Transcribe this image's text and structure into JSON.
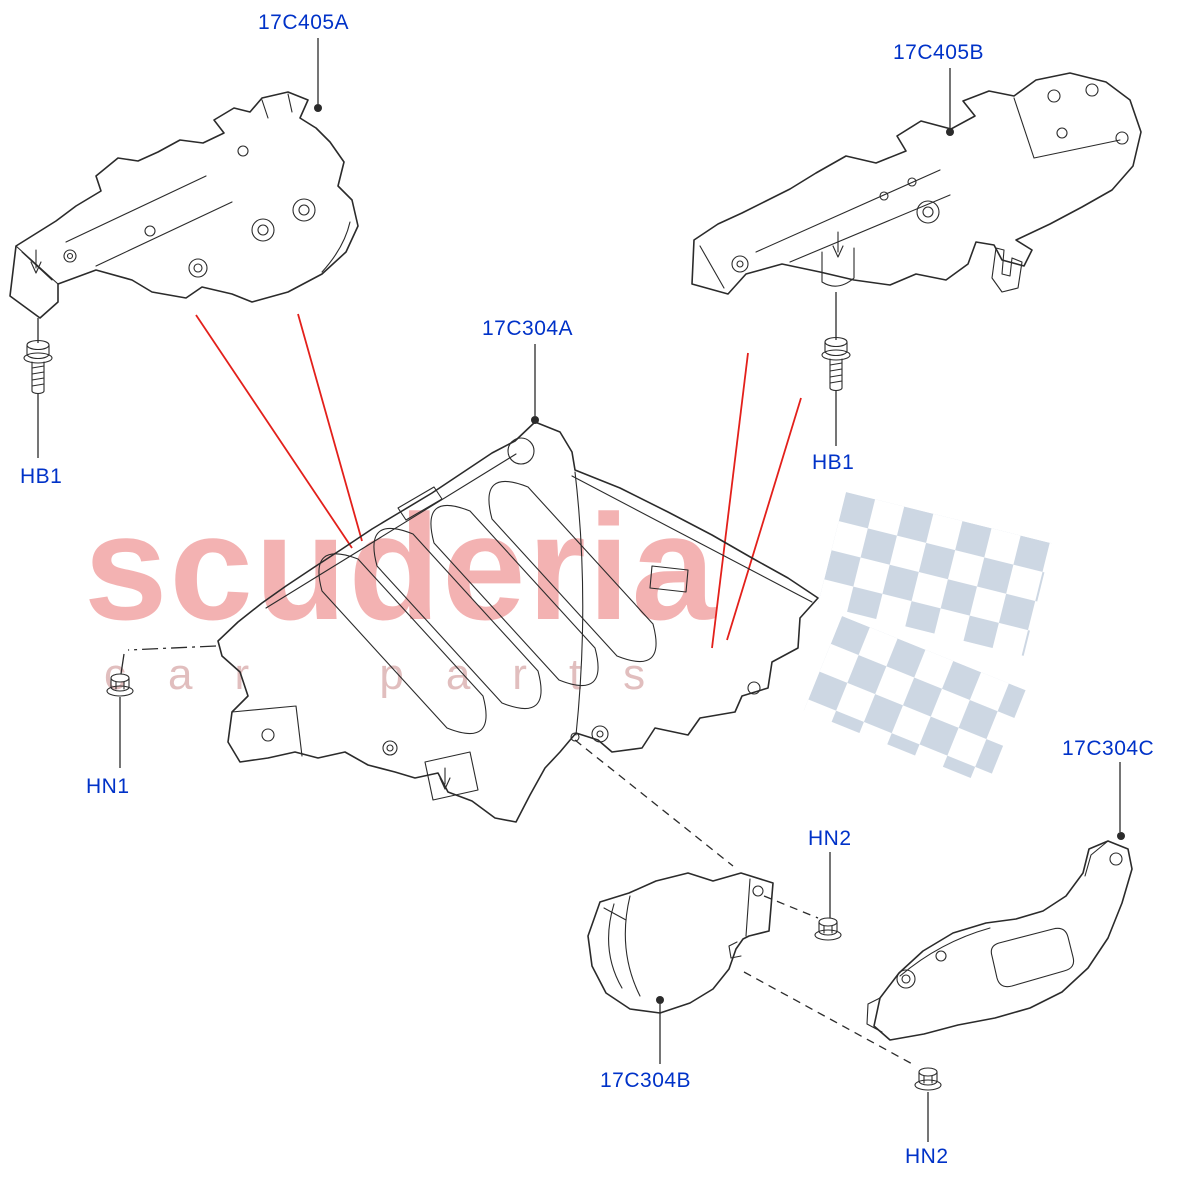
{
  "colors": {
    "line": "#2b2b2b",
    "label": "#0032c8",
    "red": "#e3201b",
    "watermark": "#e34040",
    "watermark_sub": "#c98a8a",
    "flag": "#c5d1df"
  },
  "watermark": {
    "brand": "scuderia",
    "subtitle": "car parts"
  },
  "parts": {
    "p17C405A": "17C405A",
    "p17C405B": "17C405B",
    "p17C304A": "17C304A",
    "p17C304B": "17C304B",
    "p17C304C": "17C304C"
  },
  "fasteners": {
    "hb1_left": "HB1",
    "hb1_right": "HB1",
    "hn1": "HN1",
    "hn2_mid": "HN2",
    "hn2_bottom": "HN2"
  }
}
